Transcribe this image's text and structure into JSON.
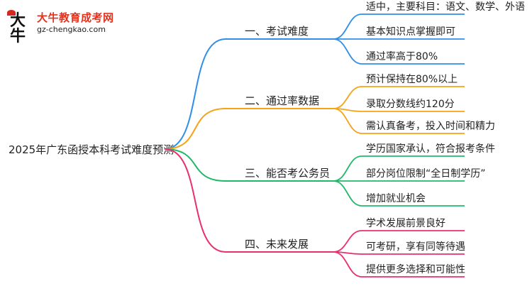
{
  "logo": {
    "name_cn": "大牛教育成考网",
    "domain": "gz-chengkao.com",
    "mark_text": "大牛"
  },
  "root": {
    "label": "2025年广东函授本科考试难度预测"
  },
  "branches": [
    {
      "label": "一、考试难度",
      "color": "#2f8fe8",
      "children": [
        "适中，主要科目：语文、数学、外语",
        "基本知识点掌握即可",
        "通过率高于80%"
      ]
    },
    {
      "label": "二、通过率数据",
      "color": "#f4a416",
      "children": [
        "预计保持在80%以上",
        "录取分数线约120分",
        "需认真备考，投入时间和精力"
      ]
    },
    {
      "label": "三、能否考公务员",
      "color": "#22b86a",
      "children": [
        "学历国家承认，符合报考条件",
        "部分岗位限制“全日制学历”",
        "增加就业机会"
      ]
    },
    {
      "label": "四、未来发展",
      "color": "#e8306d",
      "children": [
        "学术发展前景良好",
        "可考研，享有同等待遇",
        "提供更多选择和可能性"
      ]
    }
  ]
}
